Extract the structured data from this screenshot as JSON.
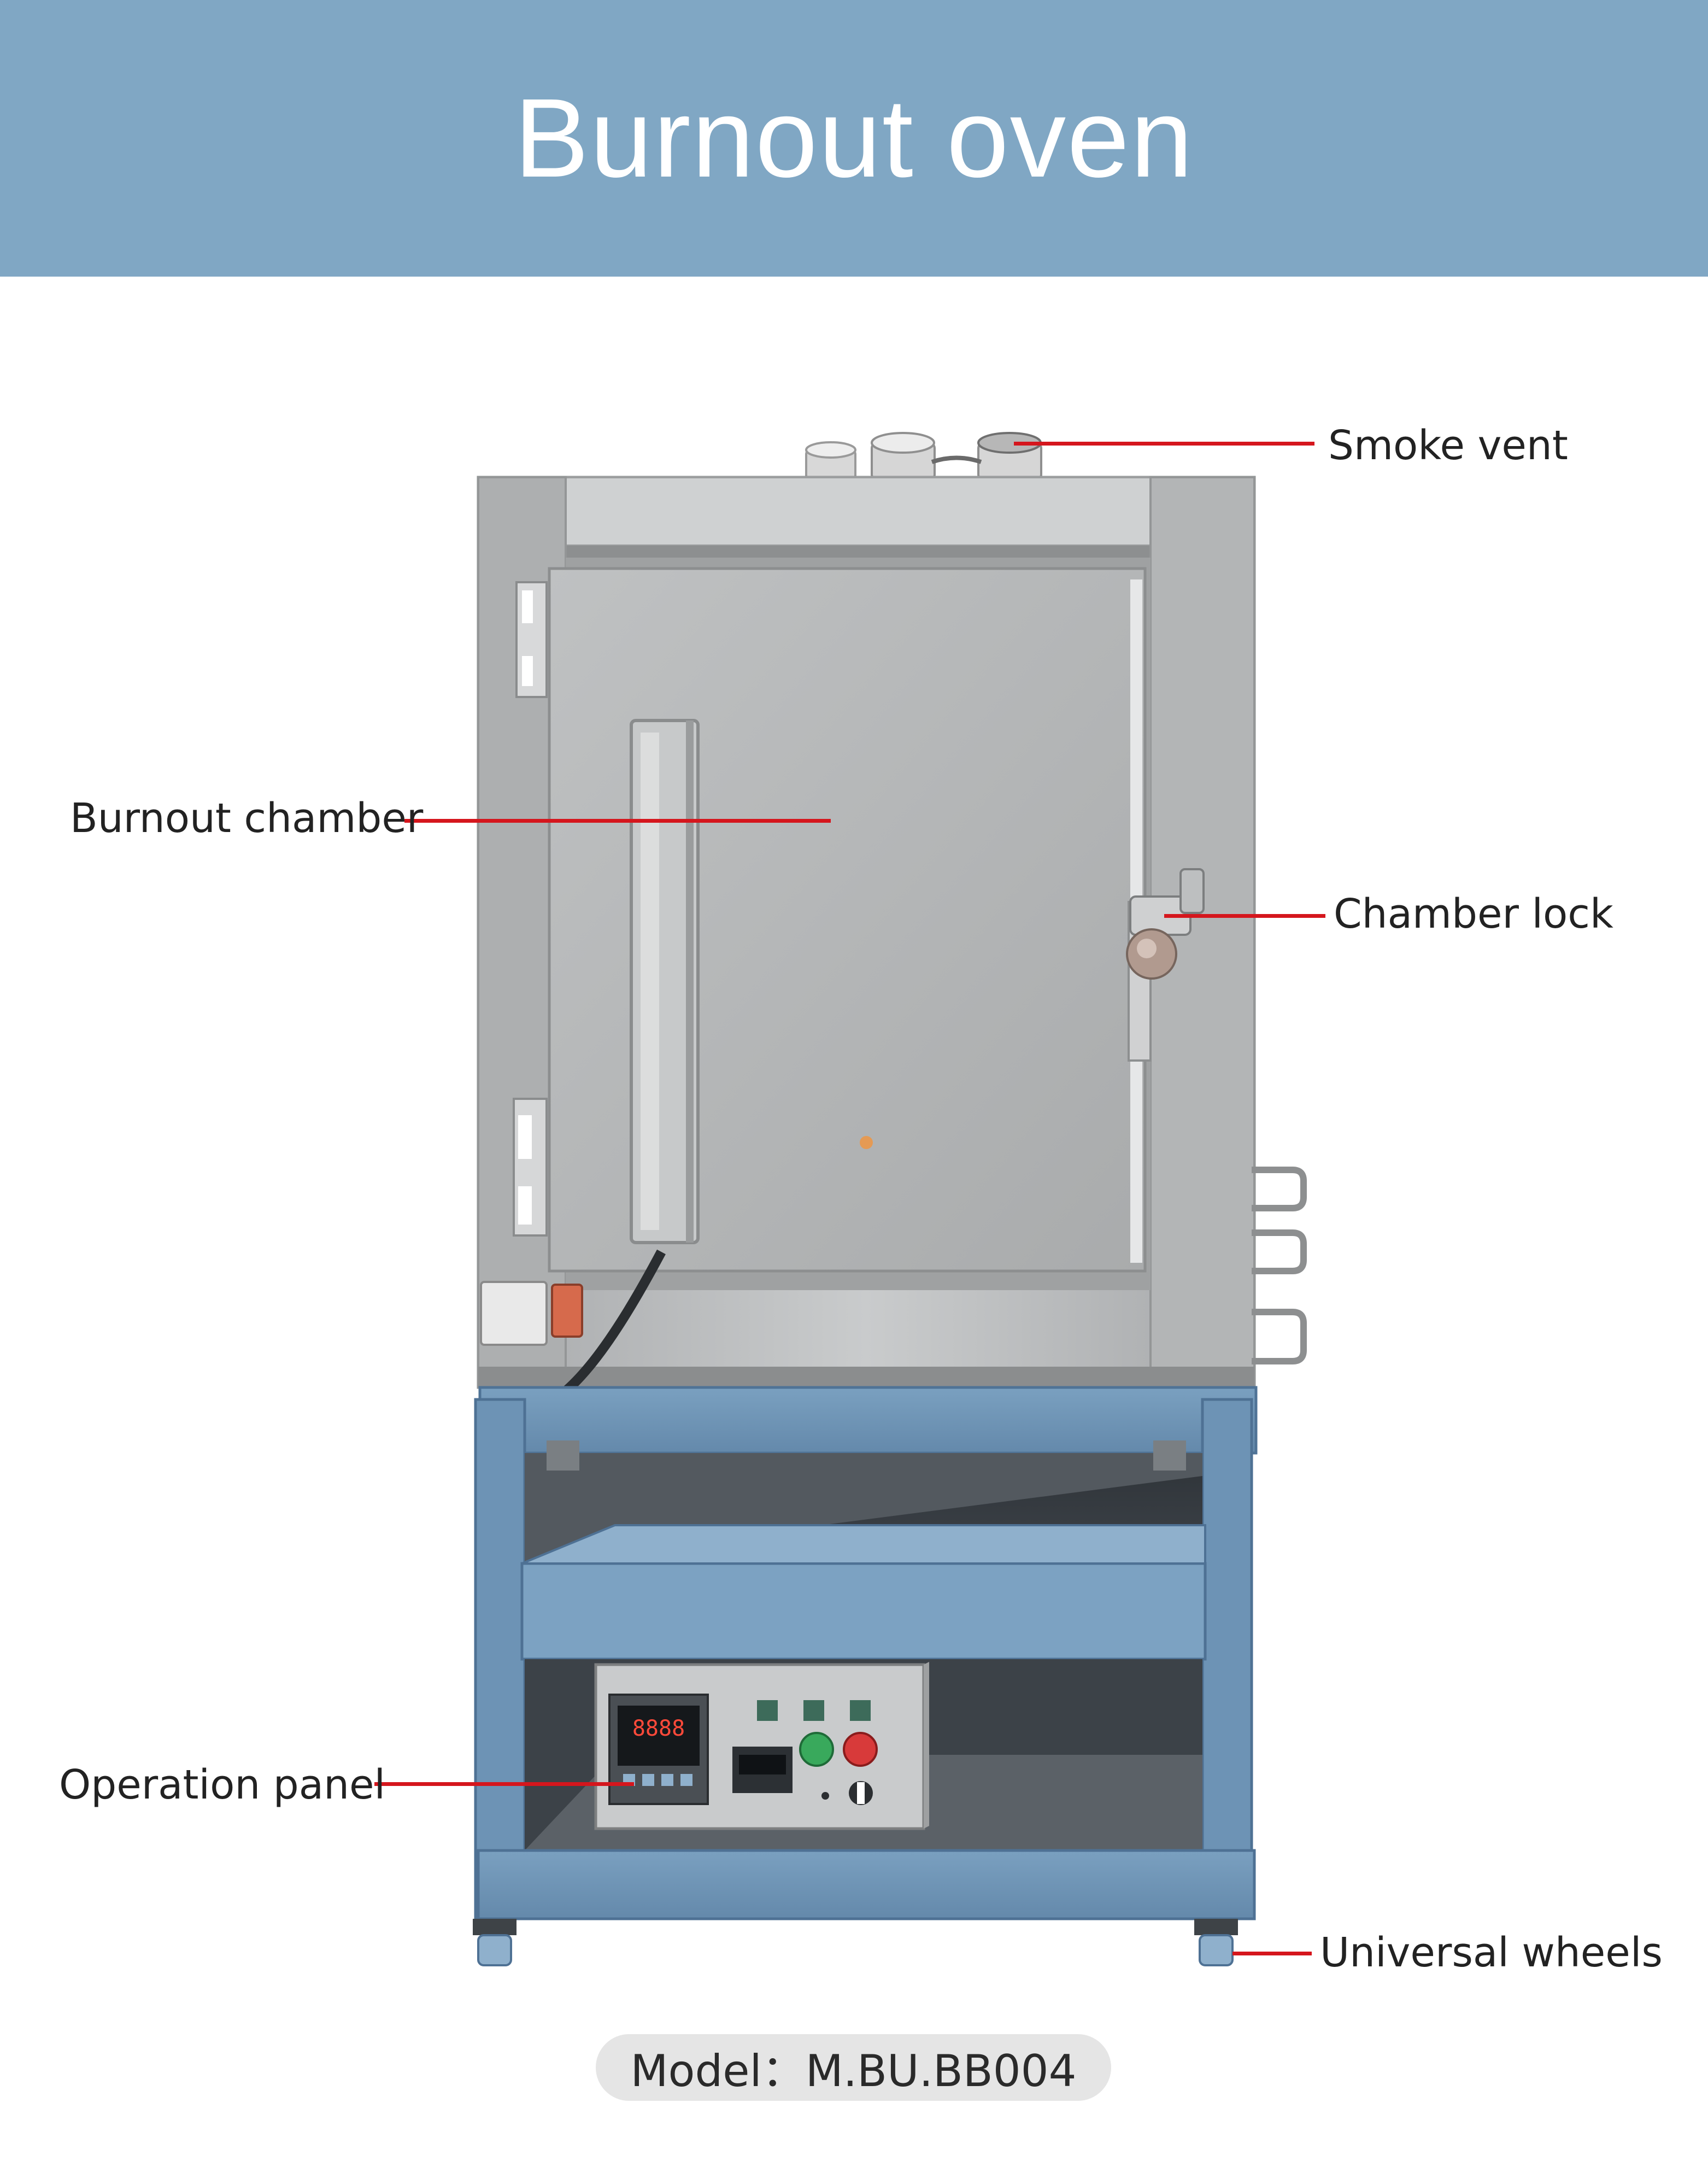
{
  "header": {
    "title": "Burnout oven"
  },
  "callouts": {
    "smoke_vent": "Smoke vent",
    "burnout_chamber": "Burnout chamber",
    "chamber_lock": "Chamber lock",
    "operation_panel": "Operation panel",
    "universal_wheels": "Universal wheels"
  },
  "model": {
    "label": "Model：M.BU.BB004"
  },
  "panel_display": {
    "digits": "8888"
  },
  "colors": {
    "header_bg": "#80a7c4",
    "callout_line": "#d5161d",
    "stand_blue": "#6f96b8",
    "steel": "#b9bcbd",
    "pill_bg": "#e5e5e5"
  }
}
